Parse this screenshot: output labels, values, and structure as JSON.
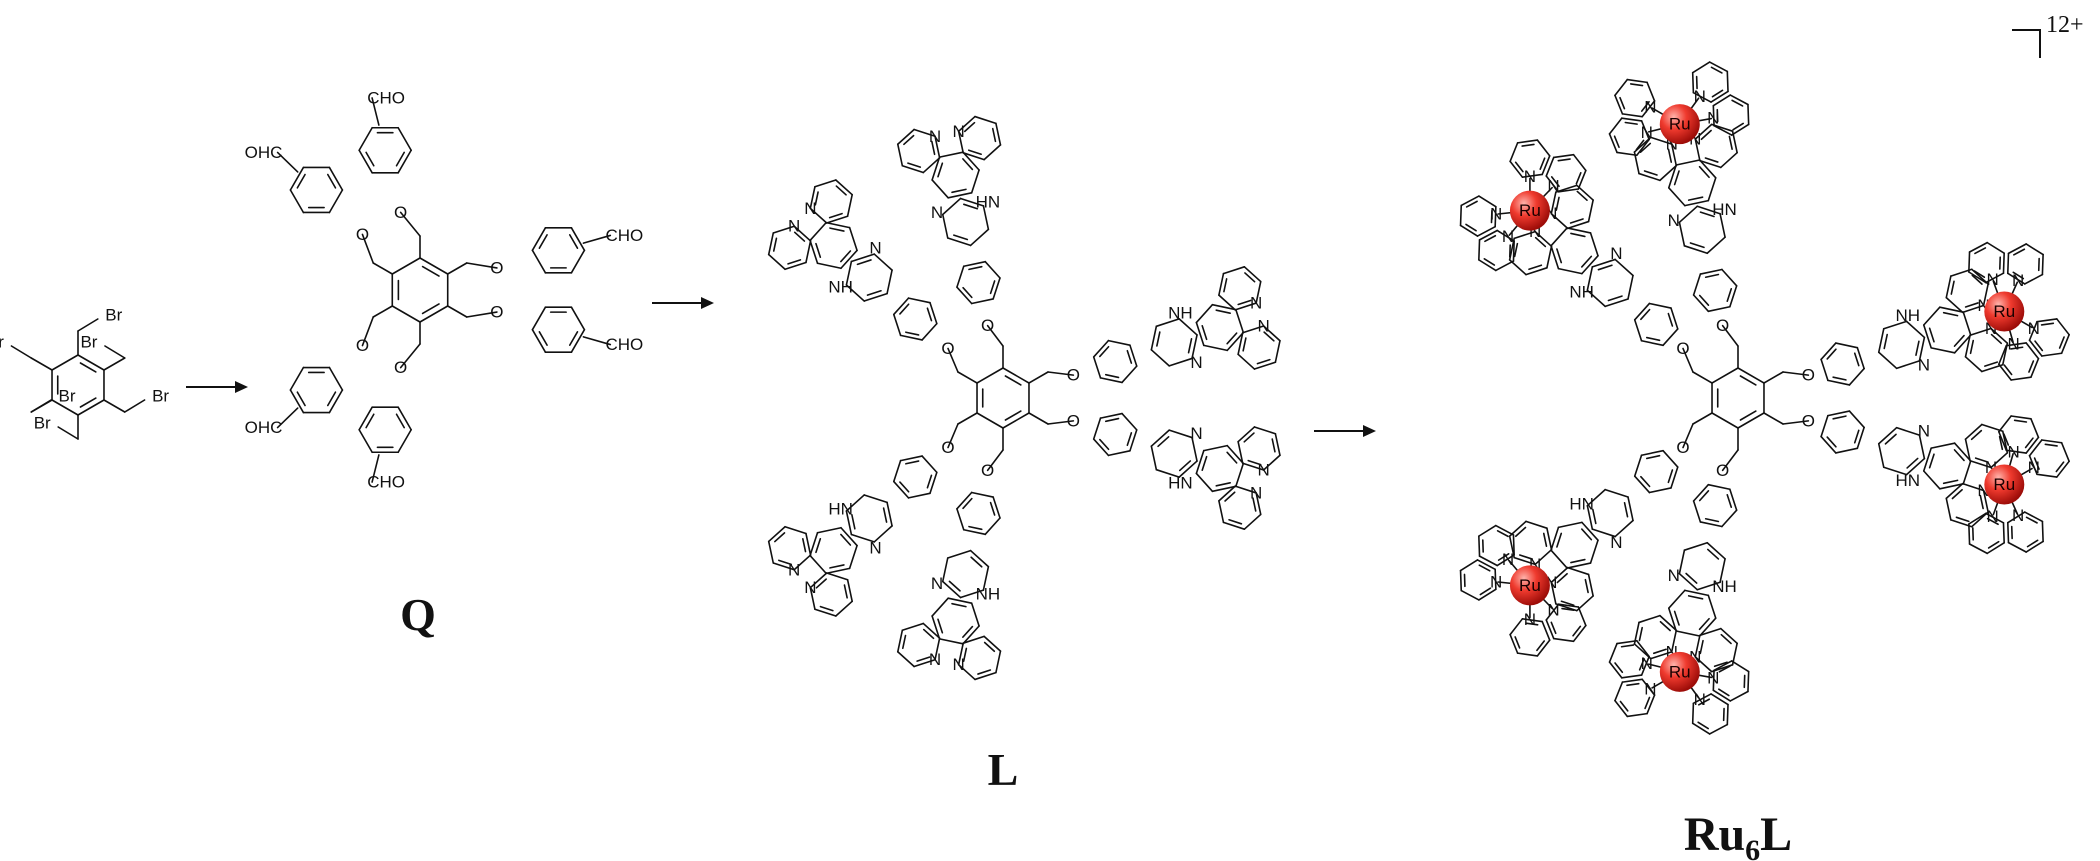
{
  "atoms": {
    "br": "Br",
    "cho": "CHO",
    "ohc": "OHC",
    "o": "O",
    "n": "N",
    "hn": "HN",
    "nh": "NH",
    "ru": "Ru"
  },
  "labels": {
    "q": "Q",
    "l": "L",
    "ru6l_main": "Ru",
    "ru6l_sub": "6",
    "ru6l_tail": "L"
  },
  "charge": "12+",
  "colors": {
    "ru_sphere": "#e8231c",
    "ru_highlight": "#ff8a80",
    "bond": "#111111"
  }
}
